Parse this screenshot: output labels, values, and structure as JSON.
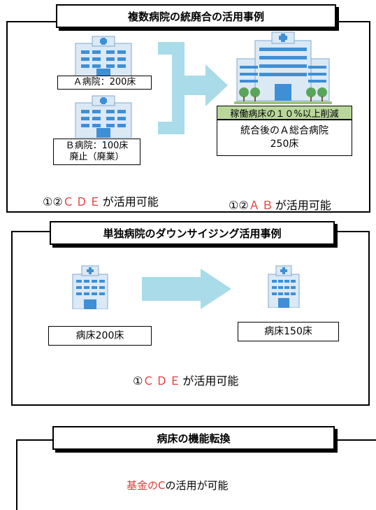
{
  "section1": {
    "title": "複数病院の統廃合の活用事例",
    "hospital_a_label": "Ａ病院：200床",
    "hospital_b_label_line1": "Ｂ病院：100床",
    "hospital_b_label_line2": "廃止（廃業）",
    "reduction_label": "稼働病床の１０%以上削減",
    "merged_label_line1": "統合後のＡ総合病院",
    "merged_label_line2": "250床",
    "left_note_prefix": "①②",
    "left_note_red": "ＣＤＥ",
    "left_note_suffix": "が活用可能",
    "right_note_prefix": "①②",
    "right_note_red": "ＡＢ",
    "right_note_suffix": "が活用可能"
  },
  "section2": {
    "title": "単独病院のダウンサイジング活用事例",
    "before_label": "病床200床",
    "after_label": "病床150床",
    "note_prefix": "①",
    "note_red": "ＣＤＥ",
    "note_suffix": "が活用可能"
  },
  "section3": {
    "title": "病床の機能転換",
    "note_red": "基金のC",
    "note_suffix": "の活用が可能"
  },
  "colors": {
    "arrow": "#a9dbe9",
    "accent_red": "#e83a3a",
    "label_green": "#b9d79a",
    "building_blue": "#3e8fd6",
    "building_light": "#dbe9f5"
  },
  "icons": [
    "hospital-icon",
    "large-hospital-icon",
    "arrow-right-icon",
    "bracket-icon"
  ]
}
